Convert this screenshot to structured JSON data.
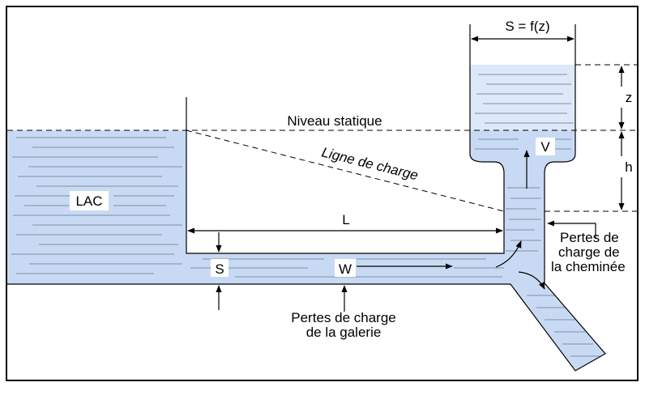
{
  "labels": {
    "chamber_section": "S = f(z)",
    "static_level": "Niveau statique",
    "charge_line": "Ligne de charge",
    "lake": "LAC",
    "length": "L",
    "gallery_section": "S",
    "flow_speed": "W",
    "chimney_speed": "V",
    "z_height": "z",
    "h_height": "h",
    "gallery_losses_1": "Pertes de charge",
    "gallery_losses_2": "de la galerie",
    "chimney_losses_1": "Pertes de",
    "chimney_losses_2": "charge de",
    "chimney_losses_3": "la cheminée"
  },
  "colors": {
    "water": "#c8daf3",
    "water_light": "#dde8f8",
    "hatch": "#7f8ea6",
    "stroke": "#000000"
  }
}
